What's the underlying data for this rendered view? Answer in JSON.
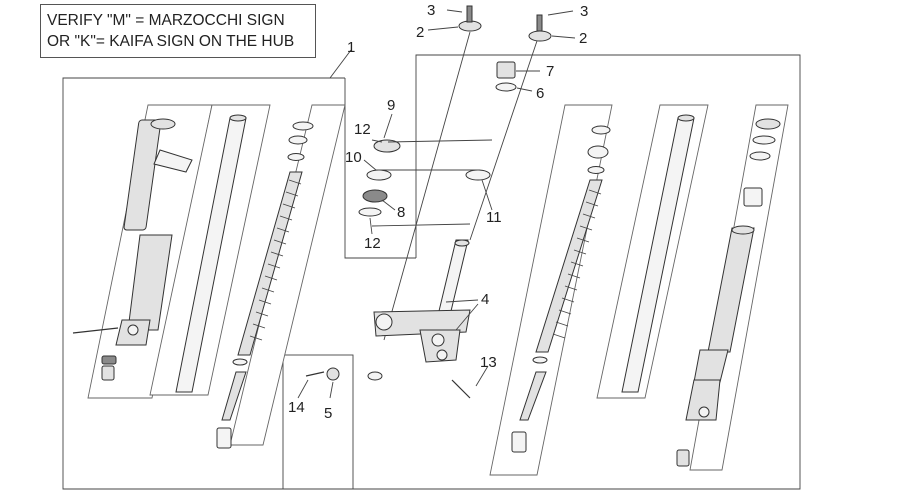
{
  "note": {
    "line1": "VERIFY \"M\" = MARZOCCHI SIGN",
    "line2": "OR \"K\"= KAIFA SIGN ON THE HUB"
  },
  "callouts": {
    "c1": "1",
    "c2a": "2",
    "c2b": "2",
    "c3a": "3",
    "c3b": "3",
    "c4": "4",
    "c5": "5",
    "c6": "6",
    "c7": "7",
    "c8": "8",
    "c9": "9",
    "c10": "10",
    "c11": "11",
    "c12a": "12",
    "c12b": "12",
    "c13": "13",
    "c14": "14"
  }
}
